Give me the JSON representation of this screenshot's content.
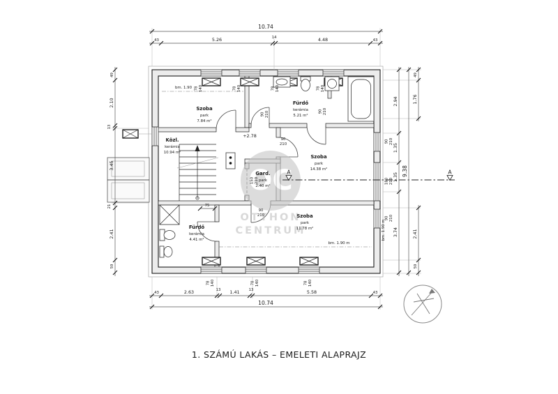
{
  "title": "1. SZÁMÚ LAKÁS – EMELETI ALAPRAJZ",
  "watermark": {
    "monogram": "OC",
    "line1": "OTTHON",
    "line2": "CENTRUM"
  },
  "rooms": {
    "szoba1": {
      "name": "Szoba",
      "finish": "park",
      "area": "7.84 m²"
    },
    "furdo1": {
      "name": "Fürdő",
      "finish": "kerámia",
      "area": "5.21 m²"
    },
    "kozl": {
      "name": "Közl.",
      "finish": "kerámia",
      "area": "10.94 m²"
    },
    "gard": {
      "name": "Gard.",
      "finish": "park",
      "area": "2.40 m²"
    },
    "szoba2": {
      "name": "Szoba",
      "finish": "park",
      "area": "14.38 m²"
    },
    "furdo2": {
      "name": "Fürdő",
      "finish": "kerámia",
      "area": "4.41 m²"
    },
    "szoba3": {
      "name": "Szoba",
      "finish": "park",
      "area": "11.78 m²"
    }
  },
  "annotations": {
    "level": "+2.78",
    "bm_top": "bm. 1.90",
    "bm_bottom": "bm. 1.90 m",
    "bm_right": "bm. 1.90 m",
    "section_label": "A"
  },
  "dims": {
    "top_total": "10.74",
    "top_segments": [
      "43",
      "5.26",
      "14",
      "4.48",
      "43"
    ],
    "bottom_segments": [
      "43",
      "2.63",
      "13",
      "1.41",
      "13",
      "5.58",
      "43"
    ],
    "bottom_total": "10.74",
    "left_segments": [
      "49",
      "2.10",
      "13",
      "3.45",
      "21",
      "2.41",
      "59"
    ],
    "right_segments": [
      "2.94",
      "1.35",
      "1.35",
      "3.74"
    ],
    "right_total": "9.38",
    "right_outer": [
      "49",
      "1.76",
      "2.41",
      "59"
    ],
    "right_openings": [
      [
        "90",
        "210"
      ],
      [
        "180",
        "210"
      ],
      [
        "90",
        "210"
      ]
    ],
    "door_size": {
      "w": "90",
      "h": "210"
    },
    "gard_door_size": {
      "w": "150",
      "h": "210"
    },
    "window_size": {
      "w": "78",
      "h": "140"
    },
    "dim_75": "75"
  }
}
